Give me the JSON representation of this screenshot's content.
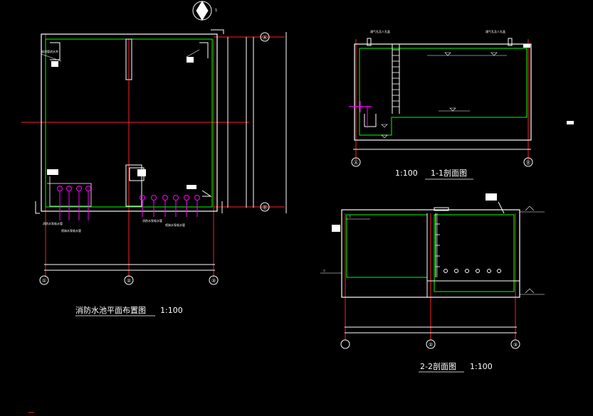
{
  "titles": {
    "plan": "消防水池平面布置图",
    "plan_scale": "1:100",
    "section_1_label": "1-1剖面图",
    "section_1_scale": "1:100",
    "section_2_label": "2-2剖面图",
    "section_2_scale": "1:100"
  },
  "axis_bubbles": {
    "plan_bottom": [
      "①",
      "②",
      "③"
    ],
    "plan_right": [
      "Ⓐ",
      "Ⓑ"
    ],
    "s1_bottom": [
      "Ⓐ",
      "Ⓑ"
    ],
    "s2_bottom": [
      "②",
      "③"
    ]
  },
  "section_marker": "1",
  "colors": {
    "background": "#000000",
    "wall_white": "#ffffff",
    "wall_green": "#00ff00",
    "axis_red": "#ff2020",
    "pipe_magenta": "#ff00ff",
    "annotation": "#ffffff"
  }
}
